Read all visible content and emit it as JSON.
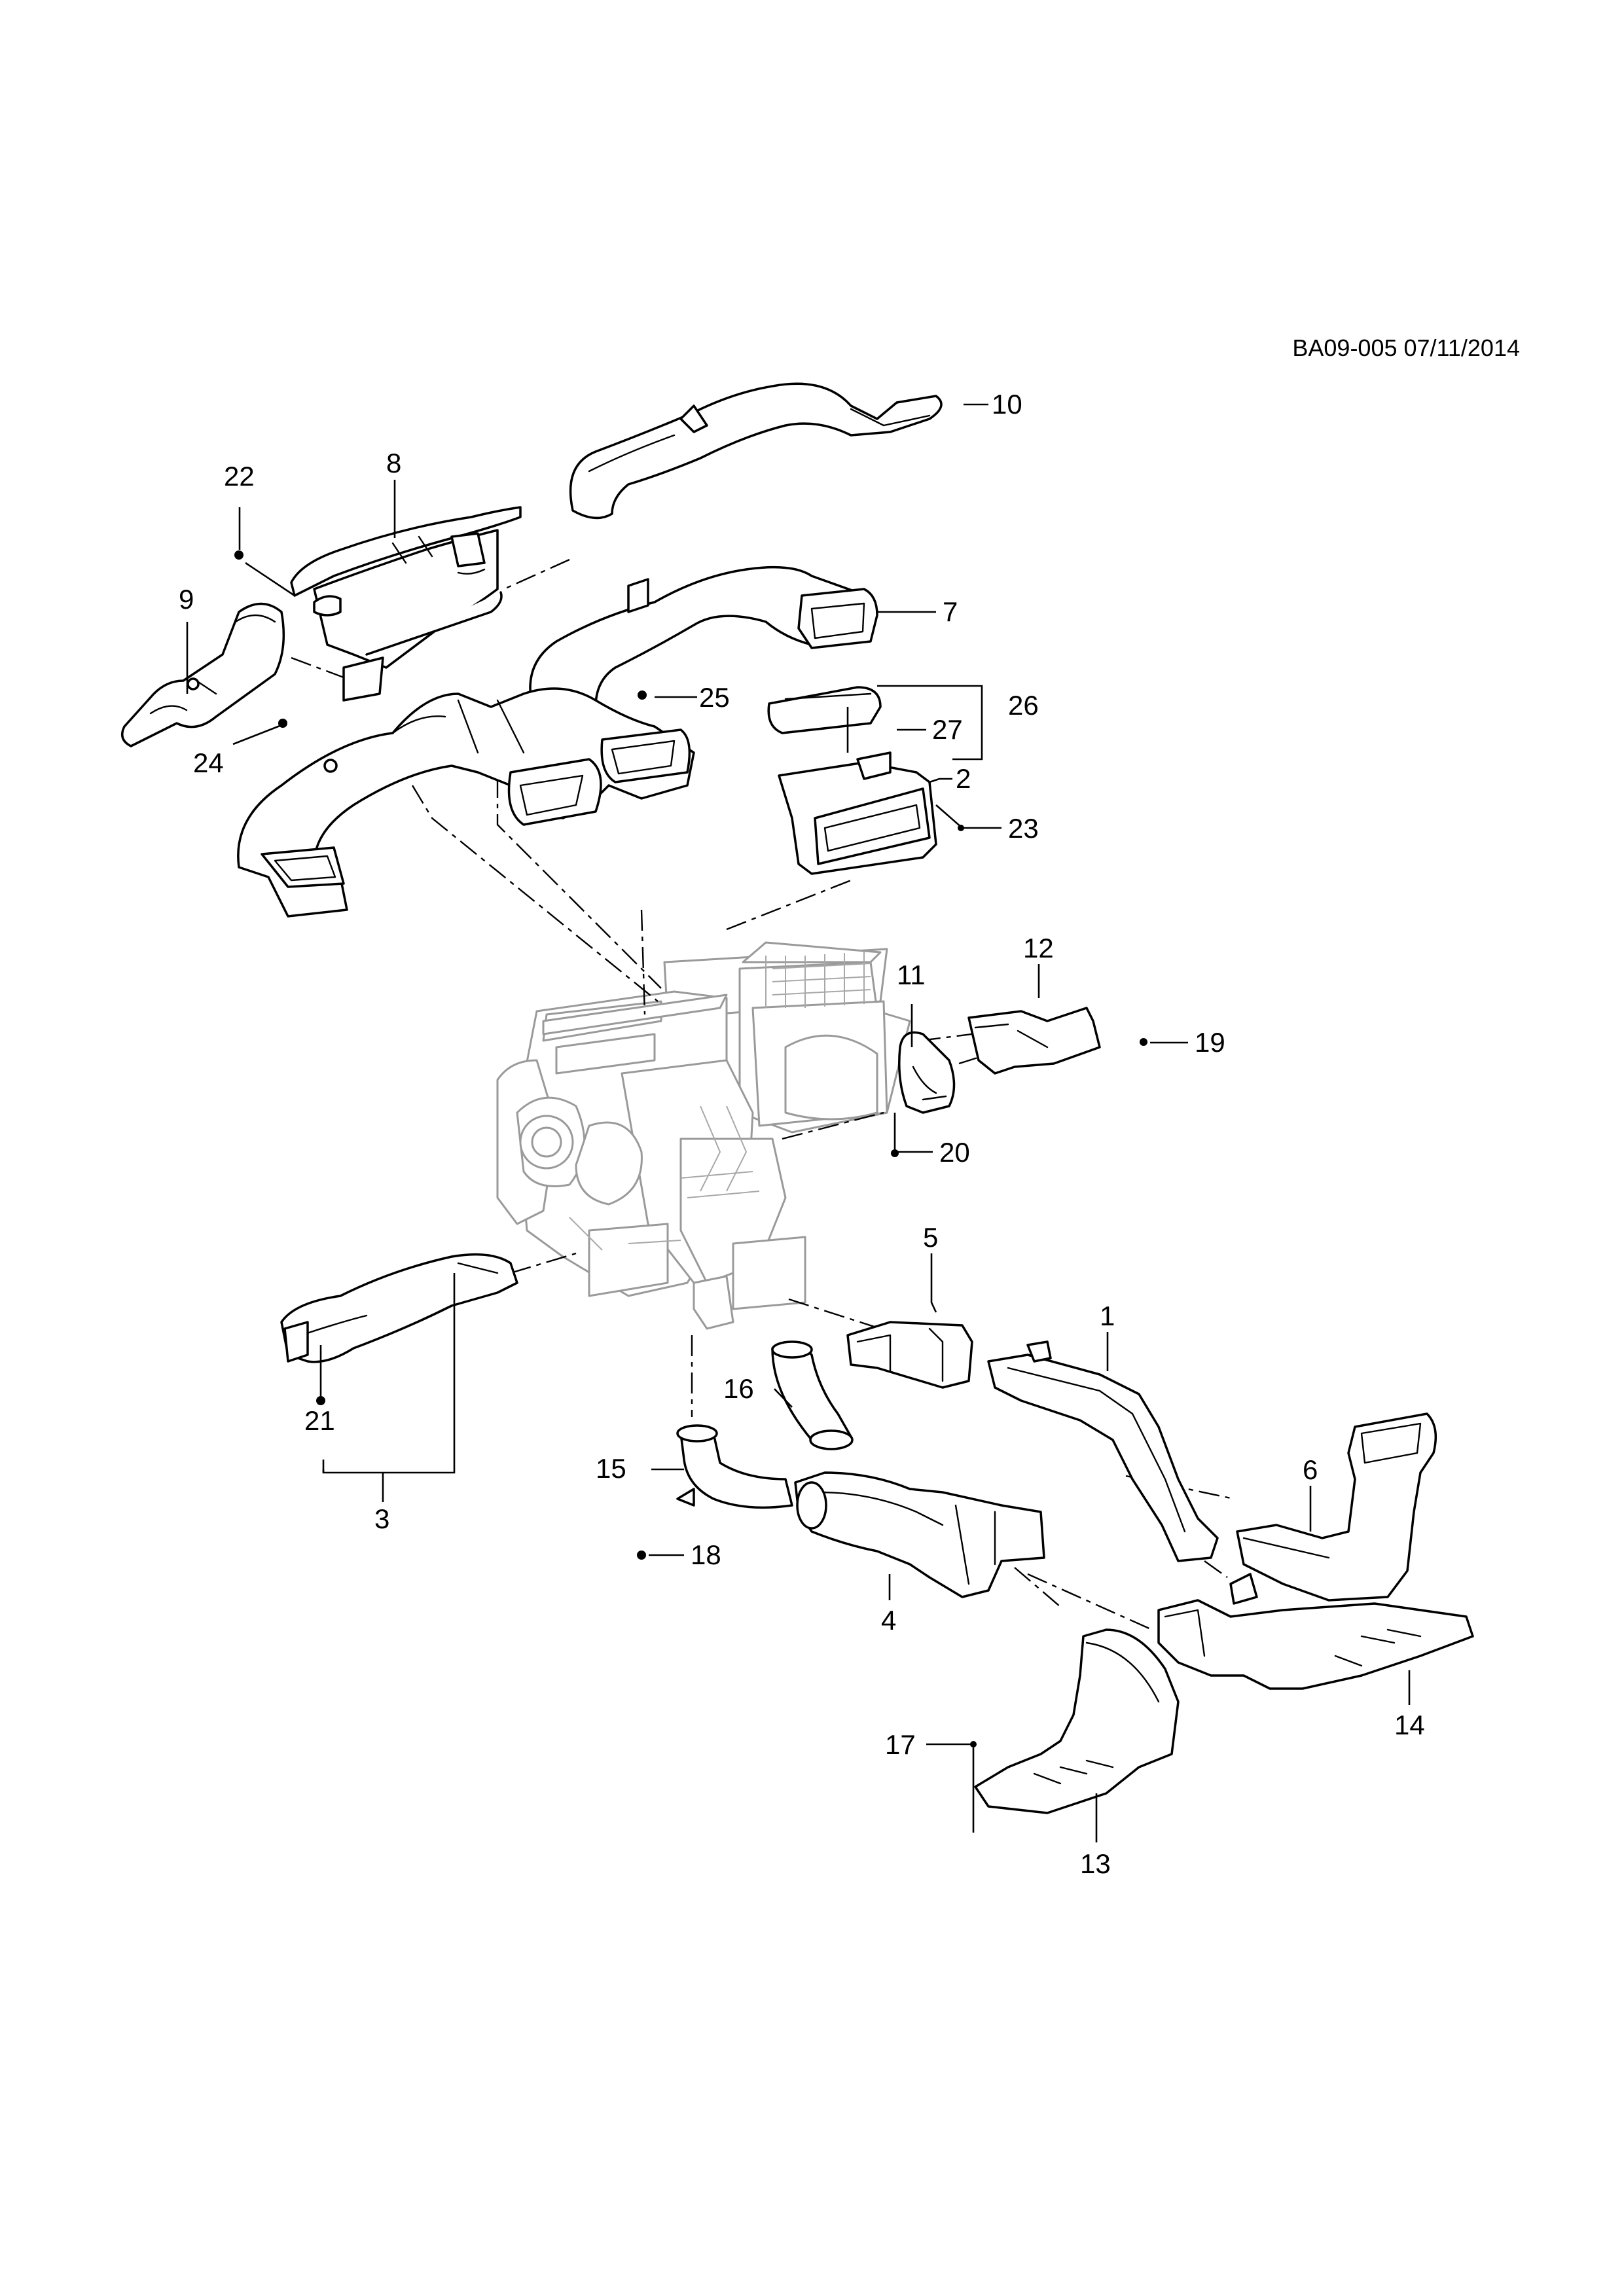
{
  "header": {
    "code": "BA09-005 07/11/2014"
  },
  "callouts": [
    {
      "id": "c1",
      "label": "1"
    },
    {
      "id": "c2",
      "label": "2"
    },
    {
      "id": "c3",
      "label": "3"
    },
    {
      "id": "c4",
      "label": "4"
    },
    {
      "id": "c5",
      "label": "5"
    },
    {
      "id": "c6",
      "label": "6"
    },
    {
      "id": "c7",
      "label": "7"
    },
    {
      "id": "c8",
      "label": "8"
    },
    {
      "id": "c9",
      "label": "9"
    },
    {
      "id": "c10",
      "label": "10"
    },
    {
      "id": "c11",
      "label": "11"
    },
    {
      "id": "c12",
      "label": "12"
    },
    {
      "id": "c13",
      "label": "13"
    },
    {
      "id": "c14",
      "label": "14"
    },
    {
      "id": "c15",
      "label": "15"
    },
    {
      "id": "c16",
      "label": "16"
    },
    {
      "id": "c17",
      "label": "17"
    },
    {
      "id": "c18",
      "label": "18"
    },
    {
      "id": "c19",
      "label": "19"
    },
    {
      "id": "c20",
      "label": "20"
    },
    {
      "id": "c21",
      "label": "21"
    },
    {
      "id": "c22",
      "label": "22"
    },
    {
      "id": "c23",
      "label": "23"
    },
    {
      "id": "c24",
      "label": "24"
    },
    {
      "id": "c25",
      "label": "25"
    },
    {
      "id": "c26",
      "label": "26"
    },
    {
      "id": "c27",
      "label": "27"
    }
  ]
}
